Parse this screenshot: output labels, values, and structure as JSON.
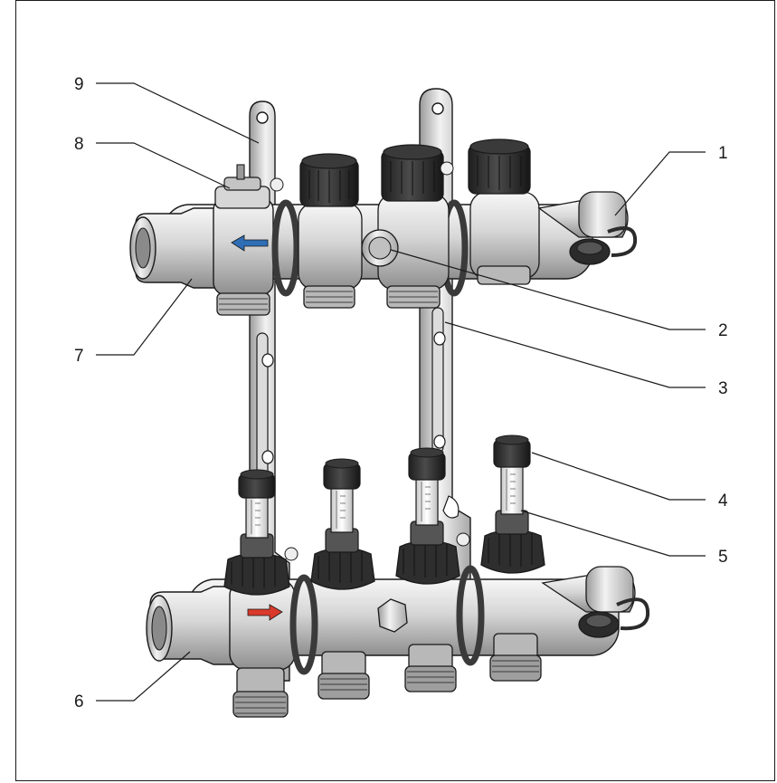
{
  "figure": {
    "subject": "heating-circuit-distributor",
    "callouts": [
      {
        "id": "c1",
        "label": "1"
      },
      {
        "id": "c2",
        "label": "2"
      },
      {
        "id": "c3",
        "label": "3"
      },
      {
        "id": "c4",
        "label": "4"
      },
      {
        "id": "c5",
        "label": "5"
      },
      {
        "id": "c6",
        "label": "6"
      },
      {
        "id": "c7",
        "label": "7"
      },
      {
        "id": "c8",
        "label": "8"
      },
      {
        "id": "c9",
        "label": "9"
      }
    ],
    "colors": {
      "metal_light": "#e9e9e9",
      "metal_mid": "#bdbdbd",
      "metal_dark": "#7d7d7d",
      "cap_black": "#2b2b2b",
      "seal_ring": "#4a4a4a",
      "return_arrow": "#2f6db5",
      "flow_arrow": "#d93a2b",
      "outline": "#1a1a1a"
    },
    "icons": {
      "return_arrow": "arrow-left-icon",
      "flow_arrow": "arrow-right-icon"
    }
  }
}
